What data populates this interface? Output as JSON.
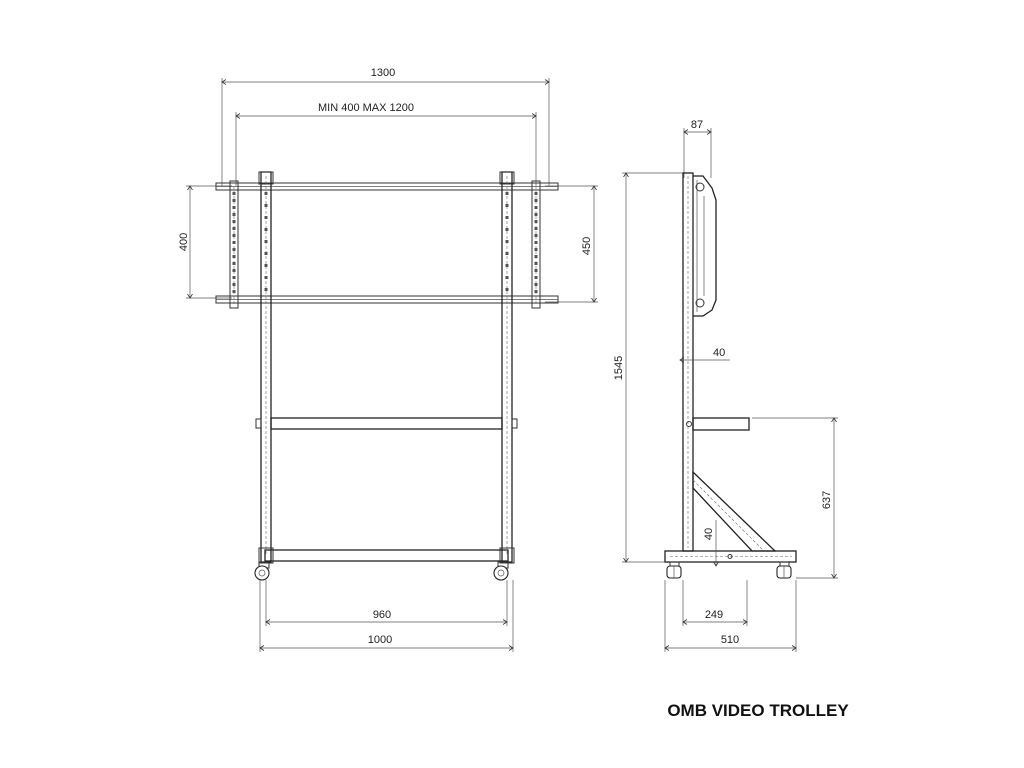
{
  "title": "OMB VIDEO TROLLEY",
  "front_view": {
    "width_overall": "1300",
    "vesa_range": "MIN 400 MAX 1200",
    "vesa_left_height": "400",
    "vesa_right_height": "450",
    "inner_width": "960",
    "base_width": "1000"
  },
  "side_view": {
    "depth_top": "87",
    "height_total": "1545",
    "column_width": "40",
    "shelf_height": "637",
    "base_profile": "40",
    "column_offset": "249",
    "base_depth": "510"
  }
}
